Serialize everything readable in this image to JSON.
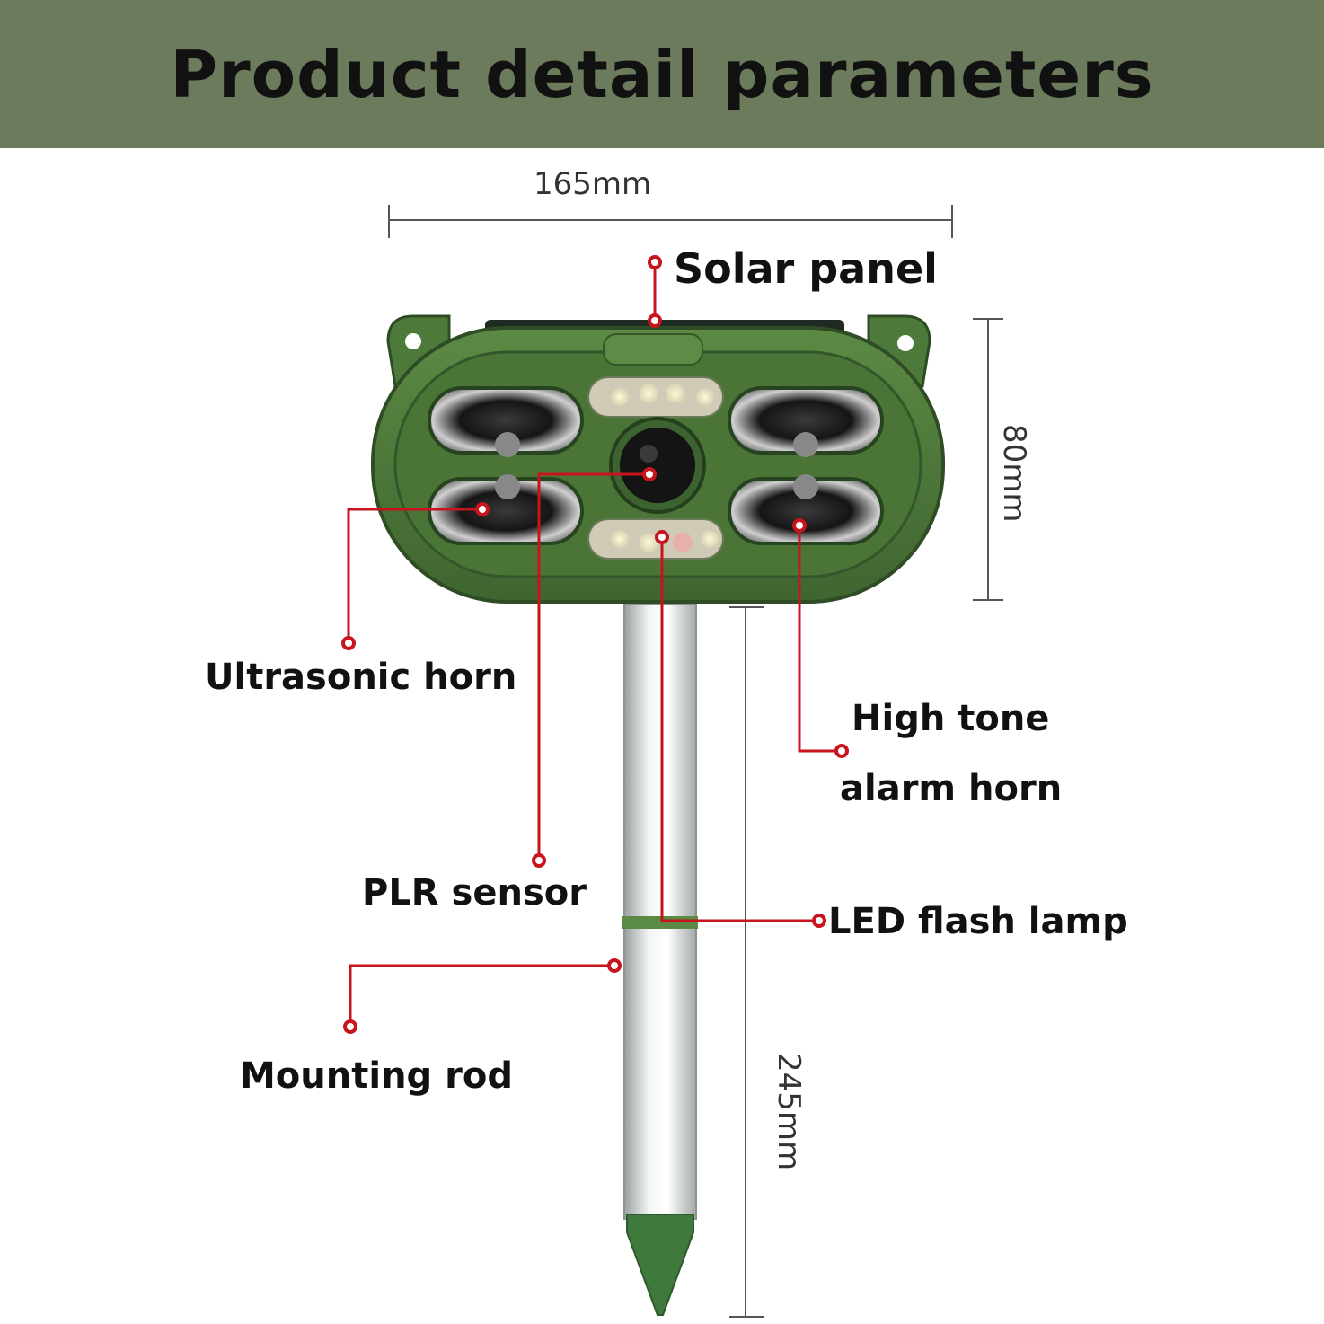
{
  "header": {
    "title": "Product detail parameters"
  },
  "dimensions": {
    "width": "165mm",
    "height": "80mm",
    "rod_length": "245mm"
  },
  "callouts": {
    "solar_panel": "Solar panel",
    "ultrasonic_horn": "Ultrasonic horn",
    "high_tone_line1": "High tone",
    "high_tone_line2": "alarm horn",
    "plr_sensor": "PLR sensor",
    "led_flash_lamp": "LED flash lamp",
    "mounting_rod": "Mounting rod"
  },
  "colors": {
    "header_bg": "#6b7b5c",
    "device_green": "#4f7a3a",
    "callout_red": "#c8141c",
    "dimension_line": "#555555"
  }
}
